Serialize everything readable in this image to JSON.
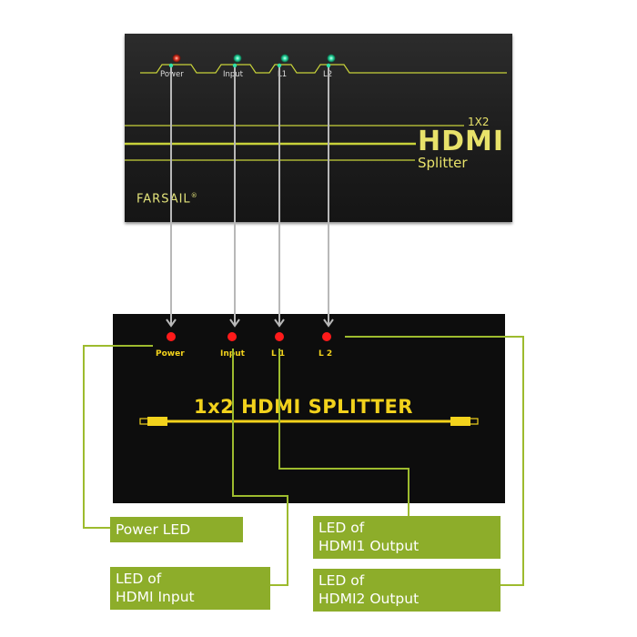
{
  "top_device": {
    "leds": [
      {
        "label": "Power",
        "color": "#d83a2a"
      },
      {
        "label": "Input",
        "color": "#2db872"
      },
      {
        "label": "L1",
        "color": "#2db872"
      },
      {
        "label": "L2",
        "color": "#2db872"
      }
    ],
    "model_number": "1X2",
    "product_name": "HDMI",
    "product_type": "Splitter",
    "brand": "FARSAIL",
    "registered_mark": "®"
  },
  "bottom_panel": {
    "leds": [
      {
        "label": "Power",
        "color": "#ff1a1a"
      },
      {
        "label": "Input",
        "color": "#ff1a1a"
      },
      {
        "label": "L 1",
        "color": "#ff1a1a"
      },
      {
        "label": "L 2",
        "color": "#ff1a1a"
      }
    ],
    "title": "1x2 HDMI SPLITTER"
  },
  "callouts": {
    "power_led": {
      "text": "Power LED"
    },
    "hdmi1_output": {
      "line1": "LED of",
      "line2": "HDMI1 Output"
    },
    "hdmi_input": {
      "line1": "LED of",
      "line2": "HDMI Input"
    },
    "hdmi2_output": {
      "line1": "LED of",
      "line2": "HDMI2 Output"
    }
  },
  "colors": {
    "callout_bg": "#8dad2a",
    "connector_line": "#9dbb2e",
    "arrow": "#b8b8b8",
    "panel_text": "#f2d21c",
    "device_trim": "#c8d23a"
  }
}
